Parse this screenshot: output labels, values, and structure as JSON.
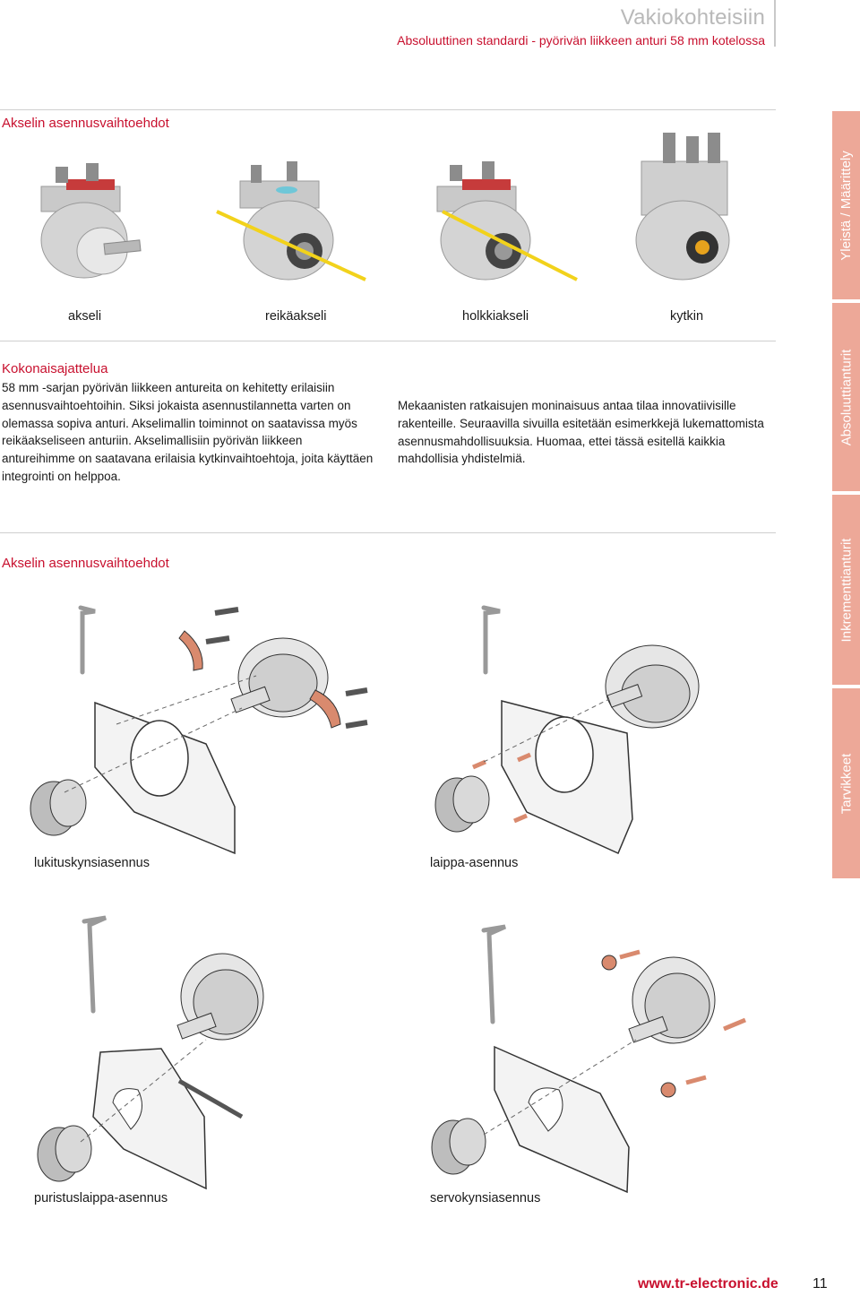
{
  "header": {
    "title": "Vakiokohteisiin",
    "subtitle": "Absoluuttinen standardi - pyörivän liikkeen anturi 58 mm kotelossa"
  },
  "section1": {
    "heading": "Akselin asennusvaihtoehdot",
    "captions": [
      "akseli",
      "reikäakseli",
      "holkkiakseli",
      "kytkin"
    ]
  },
  "section2": {
    "heading": "Kokonaisajattelua",
    "left_text": "58 mm -sarjan pyörivän liikkeen antureita on kehitetty erilaisiin asennusvaihtoehtoihin. Siksi jokaista asennustilannetta varten on olemassa sopiva anturi. Akselimallin toiminnot on saatavissa myös reikäakseliseen anturiin. Akselimallisiin pyörivän liikkeen antureihimme on saatavana erilaisia kytkinvaihtoehtoja, joita käyttäen integrointi on helppoa.",
    "right_text": "Mekaanisten ratkaisujen moninaisuus antaa tilaa innovatiivisille rakenteille. Seuraavilla sivuilla esitetään esimerkkejä lukemattomista asennusmahdollisuuksia. Huomaa, ettei tässä esitellä kaikkia mahdollisia yhdistelmiä."
  },
  "section3": {
    "heading": "Akselin asennusvaihtoehdot",
    "captions": [
      "lukituskynsiasennus",
      "laippa-asennus",
      "puristuslaippa-asennus",
      "servokynsiasennus"
    ]
  },
  "side_tabs": [
    "Yleistä / Määrittely",
    "Absoluuttianturit",
    "Inkrementtianturit",
    "Tarvikkeet"
  ],
  "footer": {
    "url": "www.tr-electronic.de",
    "page": "11"
  },
  "colors": {
    "accent": "#c8102e",
    "tab": "#eda898",
    "copper": "#d98a6e",
    "cable": "#f2d21b"
  }
}
